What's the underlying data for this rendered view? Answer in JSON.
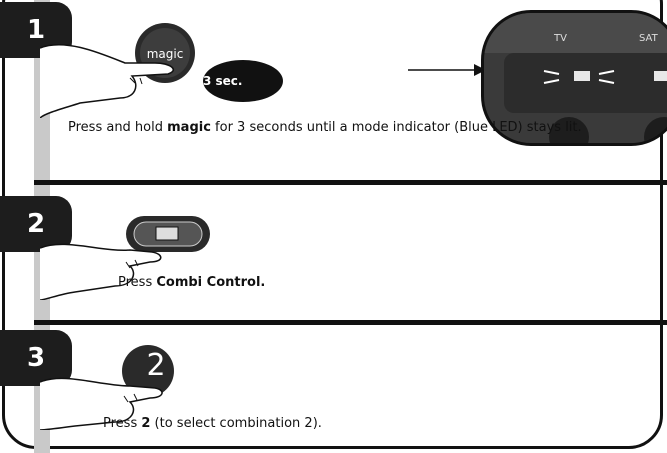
{
  "steps": [
    {
      "number": "1",
      "callout": "3 sec.",
      "button_label": "magic",
      "caption_pre": "Press and hold ",
      "caption_bold": "magic",
      "caption_post": " for 3 seconds until a mode indicator (Blue LED) stays lit.",
      "inset_labels": [
        "TV",
        "SAT"
      ]
    },
    {
      "number": "2",
      "caption_pre": "Press ",
      "caption_bold": "Combi Control.",
      "caption_post": ""
    },
    {
      "number": "3",
      "button_label": "2",
      "caption_pre": "Press ",
      "caption_bold": "2",
      "caption_post": " (to select combination 2)."
    }
  ],
  "colors": {
    "rail": "#c9c9c9",
    "ink": "#111111",
    "badge": "#1d1d1d",
    "remote": "#3a3a3a"
  }
}
